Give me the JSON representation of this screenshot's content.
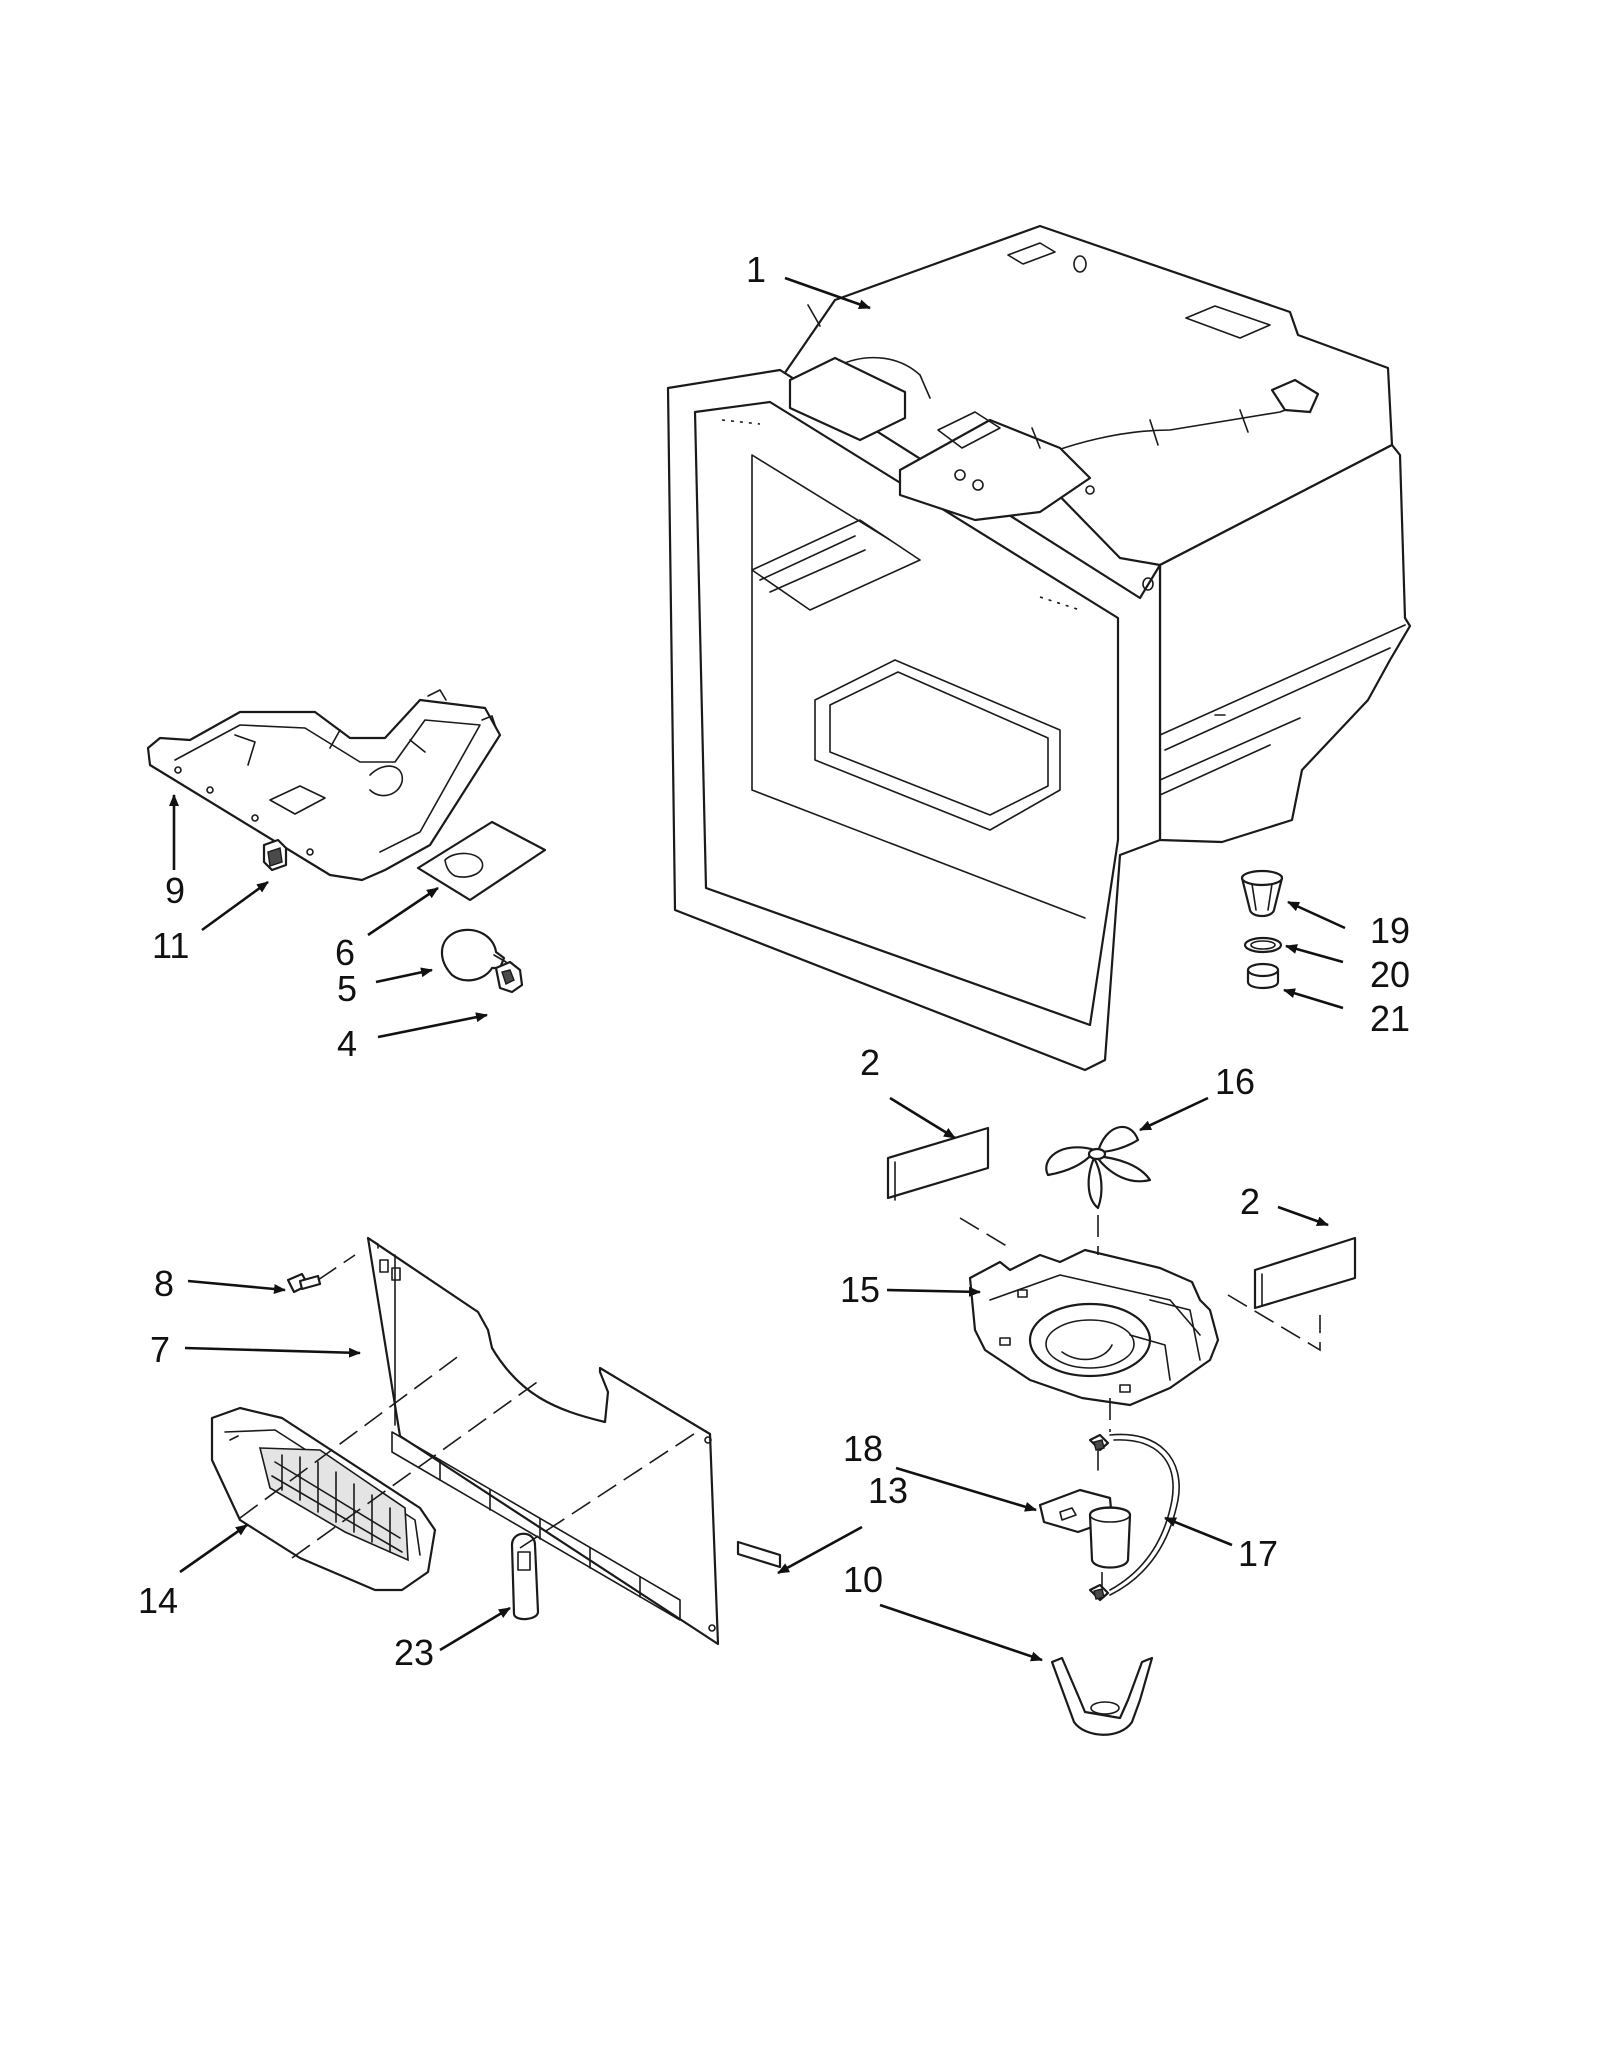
{
  "callouts": {
    "c1": "1",
    "c2a": "2",
    "c2b": "2",
    "c4": "4",
    "c5": "5",
    "c6": "6",
    "c7": "7",
    "c8": "8",
    "c9": "9",
    "c10": "10",
    "c11": "11",
    "c13": "13",
    "c14": "14",
    "c15": "15",
    "c16": "16",
    "c17": "17",
    "c18": "18",
    "c19": "19",
    "c20": "20",
    "c21": "21",
    "c23": "23"
  },
  "colors": {
    "line": "#1a1a1a",
    "shade": "#e4e4e4",
    "background": "#ffffff"
  }
}
